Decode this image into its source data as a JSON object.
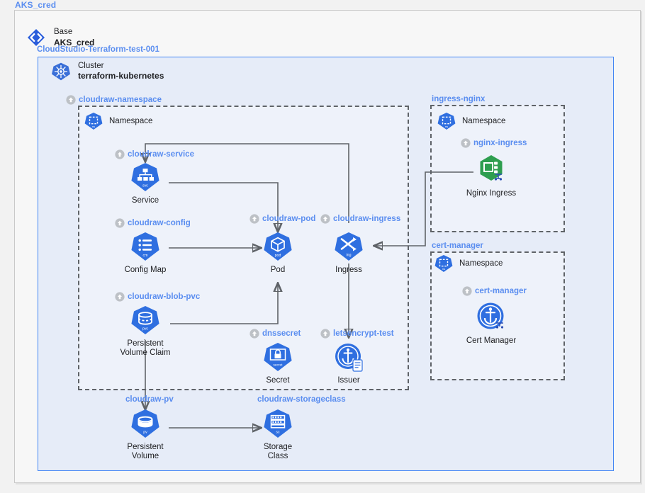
{
  "diagram": {
    "title": "AKS_cred",
    "base": {
      "kind": "Base",
      "name": "AKS_cred",
      "icon": "base-diamond-icon"
    },
    "resource_group": {
      "title": "CloudStudio-Terraform-test-001"
    },
    "cluster": {
      "kind": "Cluster",
      "name": "terraform-kubernetes",
      "icon": "kubernetes-icon"
    },
    "namespaces": [
      {
        "title": "cloudraw-namespace",
        "badge": "upload-badge",
        "label": "Namespace",
        "icon": "namespace-icon"
      },
      {
        "title": "ingress-nginx",
        "badge": null,
        "label": "Namespace",
        "icon": "namespace-icon"
      },
      {
        "title": "cert-manager",
        "badge": null,
        "label": "Namespace",
        "icon": "namespace-icon"
      }
    ],
    "nodes": [
      {
        "id": "service",
        "badge_label": "cloudraw-service",
        "badge": "upload-badge",
        "caption": "Service",
        "icon": "k8s-service-icon",
        "abbr": "svc"
      },
      {
        "id": "configmap",
        "badge_label": "cloudraw-config",
        "badge": "upload-badge",
        "caption": "Config Map",
        "icon": "k8s-configmap-icon",
        "abbr": "cm"
      },
      {
        "id": "pvc",
        "badge_label": "cloudraw-blob-pvc",
        "badge": "upload-badge",
        "caption": "Persistent\nVolume Claim",
        "icon": "k8s-pvc-icon",
        "abbr": "pvc"
      },
      {
        "id": "pod",
        "badge_label": "cloudraw-pod",
        "badge": "upload-badge",
        "caption": "Pod",
        "icon": "k8s-pod-icon",
        "abbr": "pod"
      },
      {
        "id": "ingress",
        "badge_label": "cloudraw-ingress",
        "badge": "upload-badge",
        "caption": "Ingress",
        "icon": "k8s-ingress-icon",
        "abbr": "ing"
      },
      {
        "id": "secret",
        "badge_label": "dnssecret",
        "badge": "upload-badge",
        "caption": "Secret",
        "icon": "k8s-secret-icon",
        "abbr": "secret"
      },
      {
        "id": "issuer",
        "badge_label": "letsencrypt-test",
        "badge": "upload-badge",
        "caption": "Issuer",
        "icon": "cert-issuer-icon",
        "abbr": ""
      },
      {
        "id": "pv",
        "badge_label": "cloudraw-pv",
        "badge": null,
        "caption": "Persistent\nVolume",
        "icon": "k8s-pv-icon",
        "abbr": "pv"
      },
      {
        "id": "storageclass",
        "badge_label": "cloudraw-storageclass",
        "badge": null,
        "caption": "Storage\nClass",
        "icon": "k8s-storageclass-icon",
        "abbr": "sc"
      },
      {
        "id": "nginx",
        "badge_label": "nginx-ingress",
        "badge": "upload-badge",
        "caption": "Nginx Ingress",
        "icon": "helm-nginx-icon",
        "abbr": ""
      },
      {
        "id": "certmanager",
        "badge_label": "cert-manager",
        "badge": "upload-badge",
        "caption": "Cert Manager",
        "icon": "helm-certmanager-icon",
        "abbr": ""
      }
    ],
    "edges": [
      {
        "from": "service",
        "to": "pod",
        "style": "elbow"
      },
      {
        "from": "configmap",
        "to": "pod",
        "style": "straight"
      },
      {
        "from": "pvc",
        "to": "pod",
        "style": "elbow"
      },
      {
        "from": "pvc",
        "to": "pv",
        "style": "straight"
      },
      {
        "from": "pv",
        "to": "storageclass",
        "style": "straight"
      },
      {
        "from": "ingress",
        "to": "service",
        "style": "elbow"
      },
      {
        "from": "ingress",
        "to": "issuer",
        "style": "straight"
      },
      {
        "from": "nginx",
        "to": "ingress",
        "style": "elbow"
      }
    ],
    "colors": {
      "accent_blue": "#4285f4",
      "label_blue": "#5b8ef0",
      "cluster_fill": "#e6ecf8",
      "dashed_gray": "#5f6368",
      "helm_green": "#2e9e4f",
      "text_dark": "#202124"
    }
  }
}
